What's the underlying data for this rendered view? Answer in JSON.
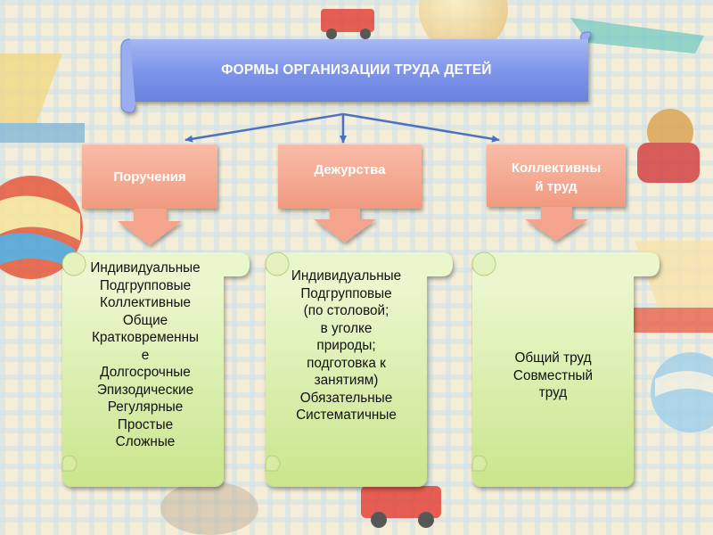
{
  "title": "ФОРМЫ ОРГАНИЗАЦИИ ТРУДА ДЕТЕЙ",
  "categories": [
    {
      "label_lines": [
        "Поручения"
      ],
      "items": [
        "Индивидуальные",
        "Подгрупповые",
        "Коллективные",
        "Общие",
        "Кратковременны",
        "е",
        "Долгосрочные",
        "Эпизодические",
        "Регулярные",
        "Простые",
        "Сложные"
      ]
    },
    {
      "label_lines": [
        "Дежурства"
      ],
      "items": [
        "Индивидуальные",
        "Подгрупповые",
        "(по столовой;",
        "в уголке",
        "природы;",
        "подготовка к",
        "занятиям)",
        "Обязательные",
        "Систематичные"
      ]
    },
    {
      "label_lines": [
        "Коллективны",
        "й труд"
      ],
      "items": [
        "Общий труд",
        "Совместный",
        "труд"
      ]
    }
  ],
  "colors": {
    "banner": "#7e95ea",
    "category_box": "#f4a48c",
    "down_arrow": "#f4a48c",
    "scroll": "#dcf0a8",
    "connector": "#4a72c0",
    "background_tile": "#f4edd8",
    "background_check": "#c9dde8"
  }
}
